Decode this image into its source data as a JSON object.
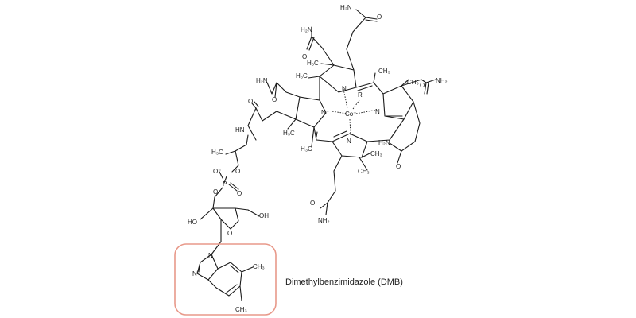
{
  "labels": {
    "h2n": "H₂N",
    "nh2": "NH₂",
    "o": "O",
    "ch3": "CH₃",
    "h3c": "H₃C",
    "n": "N",
    "n_minus": "N⁻",
    "co": "Co⁺",
    "r": "R",
    "hn": "HN",
    "p": "P",
    "o_minus": "O⁻",
    "ho": "HO",
    "oh": "OH"
  },
  "highlight_caption": "Dimethylbenzimidazole (DMB)",
  "colors": {
    "highlight_box": "#e8998a",
    "ink": "#1a1a1a"
  }
}
